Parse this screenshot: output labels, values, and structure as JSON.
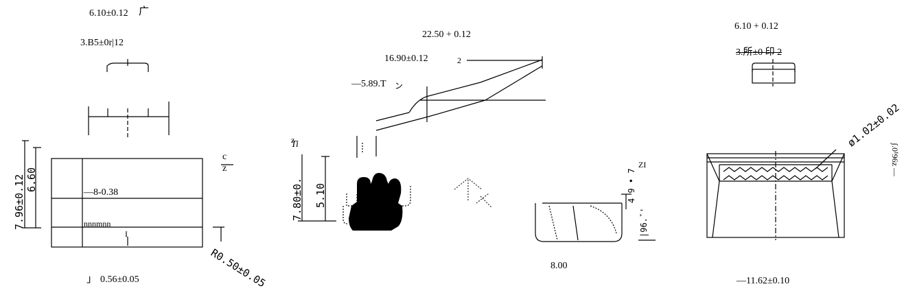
{
  "labels": {
    "left_top_width": "6.10±0.12",
    "left_top_width_mark": "广",
    "left_inner_width": "3.B5±0r|12",
    "left_height_outer": "7.96±0.12",
    "left_height_inner": "6.60",
    "left_cz_c": "c",
    "left_cz_z": "z",
    "left_pitch": "—8-0.38",
    "left_pins": "nnnmnn",
    "left_center_mark": "I",
    "left_pin_width": "0.56±0.05",
    "left_bottom_mark": "」",
    "left_radius": "R0.50±0.05",
    "mid_total_length": "22.50 + 0.12",
    "mid_length": "16.90±0.12",
    "mid_length_mark": "2",
    "mid_short": "—5.89.T",
    "mid_short_mark": "ン",
    "mid_zi_z": "z",
    "mid_zi_i": "Ti",
    "mid_height_outer": "7.80±0.",
    "mid_height_inner": "5.10",
    "mid_side_height": "4 9 •   7",
    "mid_side_zi": "ZI",
    "mid_side_lower": "|96.ˇ'",
    "mid_bottom_width": "8.00",
    "right_top_width": "6.10 + 0.12",
    "right_inner_width": "3.所±0 印 2",
    "right_diameter": "ø1.02±0.02",
    "right_side_dim": "ʃ.0¹96z —",
    "right_bottom_width": "—11.62±0.10"
  },
  "colors": {
    "ink": "#000000",
    "background": "#ffffff"
  }
}
